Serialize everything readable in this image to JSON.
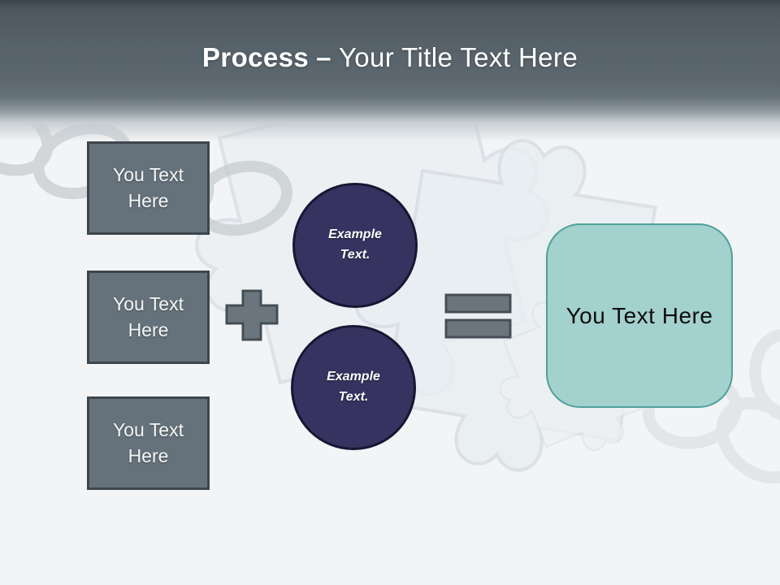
{
  "header": {
    "title_bold": "Process",
    "title_separator": "–",
    "title_rest": "Your Title Text Here"
  },
  "input_boxes": [
    {
      "label": "You Text Here"
    },
    {
      "label": "You Text Here"
    },
    {
      "label": "You Text Here"
    }
  ],
  "operators": {
    "plus_icon": "plus-shape",
    "equals_icon": "equals-shape"
  },
  "example_circles": [
    {
      "label": "Example Text."
    },
    {
      "label": "Example Text."
    }
  ],
  "result_box": {
    "label": "You Text Here"
  },
  "background_art": {
    "motifs": [
      "chain-links-top-left",
      "jigsaw-puzzle-pieces-center",
      "chain-links-bottom-right"
    ]
  },
  "colors": {
    "header_dark": "#4e585f",
    "title_text": "#ffffff",
    "box_fill": "#66727b",
    "box_border": "#3d464c",
    "box_text": "#f4f7f7",
    "operator_fill": "#6a757d",
    "operator_border": "#454e55",
    "circle_fill": "#373361",
    "circle_border": "#191634",
    "circle_text": "#ffffff",
    "result_fill": "#a3d1cd",
    "result_border": "#4ea19b",
    "result_text": "#0d0d0d",
    "background": "#f3f4f5"
  }
}
